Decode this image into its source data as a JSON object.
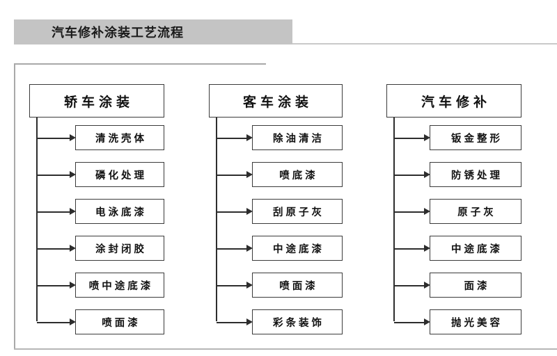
{
  "page": {
    "title": "汽车修补涂装工艺流程"
  },
  "diagram_data": {
    "type": "flowchart",
    "title": "汽车修补涂装工艺流程",
    "columns": [
      {
        "header": "轿车涂装",
        "steps": [
          "清洗壳体",
          "磷化处理",
          "电泳底漆",
          "涂封闭胶",
          "喷中途底漆",
          "喷面漆"
        ]
      },
      {
        "header": "客车涂装",
        "steps": [
          "除油清洁",
          "喷底漆",
          "刮原子灰",
          "中途底漆",
          "喷面漆",
          "彩条装饰"
        ]
      },
      {
        "header": "汽车修补",
        "steps": [
          "钣金整形",
          "防锈处理",
          "原子灰",
          "中途底漆",
          "面漆",
          "抛光美容"
        ]
      }
    ]
  },
  "colors": {
    "title_bar_background": "#c4c4c4",
    "box_border": "#3a3a3a",
    "connector": "#2d2d2d",
    "frame_rule": "#a9a9a9",
    "text": "#111111",
    "page_background": "#ffffff"
  }
}
